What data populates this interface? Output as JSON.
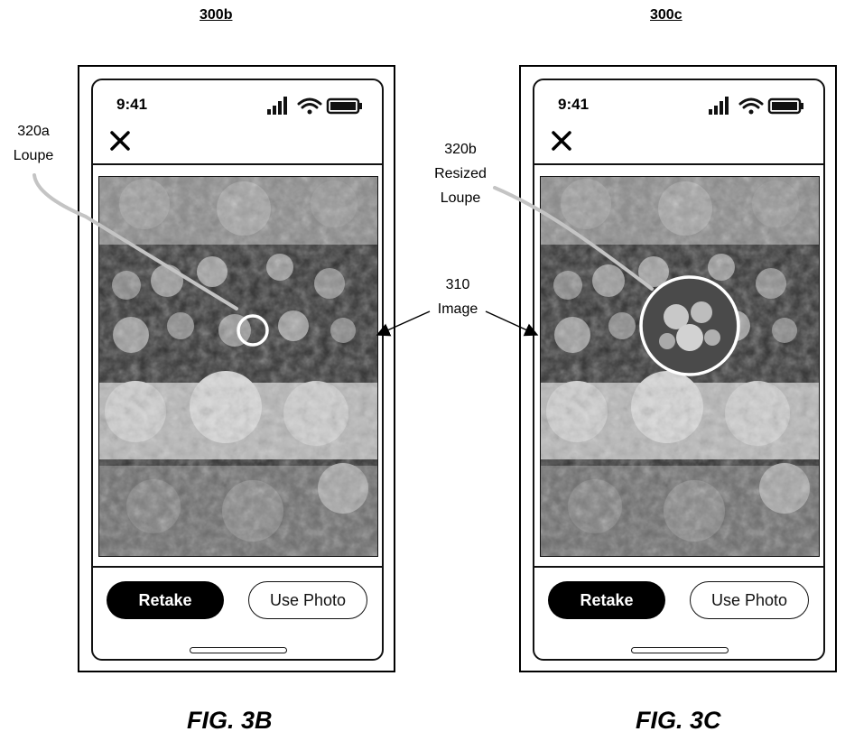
{
  "figures": [
    {
      "id": "300b",
      "caption": "FIG. 3B",
      "status_time": "9:41",
      "buttons": {
        "retake": "Retake",
        "use_photo": "Use Photo"
      }
    },
    {
      "id": "300c",
      "caption": "FIG. 3C",
      "status_time": "9:41",
      "buttons": {
        "retake": "Retake",
        "use_photo": "Use Photo"
      }
    }
  ],
  "callouts": {
    "loupe_a": {
      "number": "320a",
      "label": "Loupe"
    },
    "loupe_b": {
      "number": "320b",
      "line1": "Resized",
      "line2": "Loupe"
    },
    "image": {
      "number": "310",
      "label": "Image"
    }
  },
  "icons": [
    "cellular-signal-icon",
    "wifi-icon",
    "battery-icon",
    "close-icon"
  ],
  "colors": {
    "background": "#ffffff",
    "line": "#000000",
    "retake_button": "#000000"
  }
}
